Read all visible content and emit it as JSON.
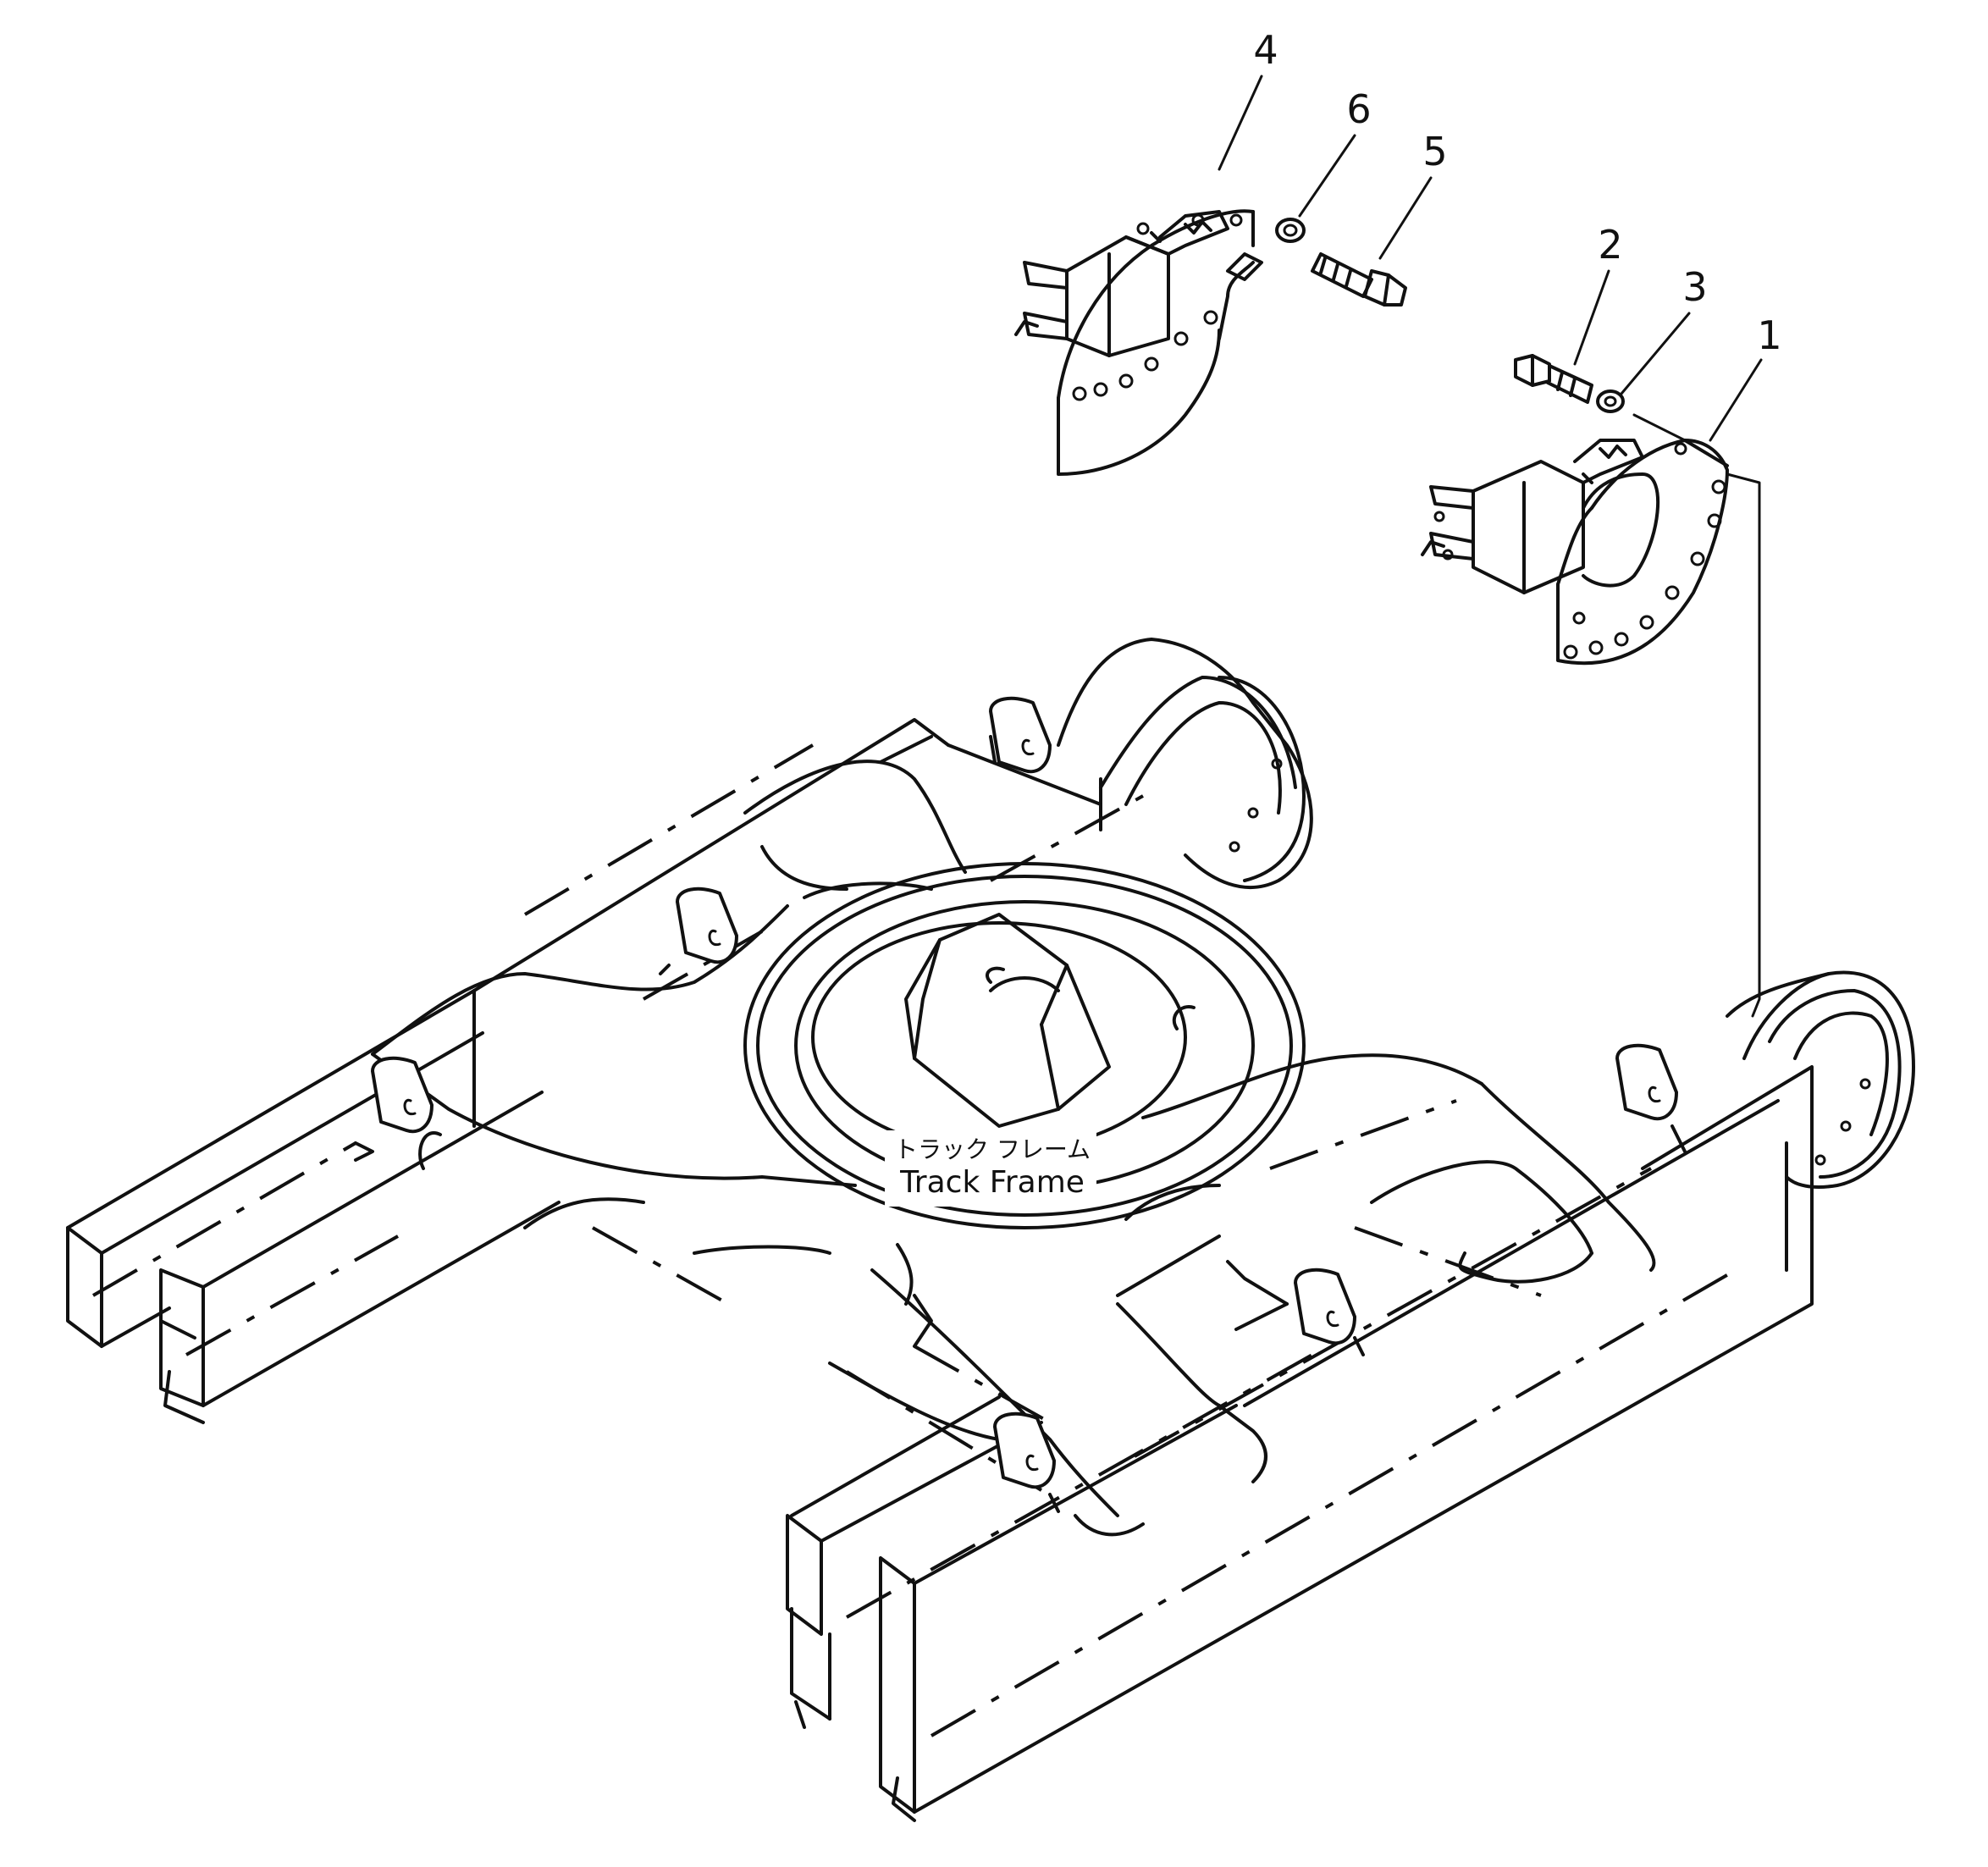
{
  "diagram": {
    "callouts": [
      {
        "id": "1",
        "label": "1"
      },
      {
        "id": "2",
        "label": "2"
      },
      {
        "id": "3",
        "label": "3"
      },
      {
        "id": "4",
        "label": "4"
      },
      {
        "id": "5",
        "label": "5"
      },
      {
        "id": "6",
        "label": "6"
      }
    ],
    "frame_label_jp": "トラック フレーム",
    "frame_label_en": "Track Frame"
  }
}
